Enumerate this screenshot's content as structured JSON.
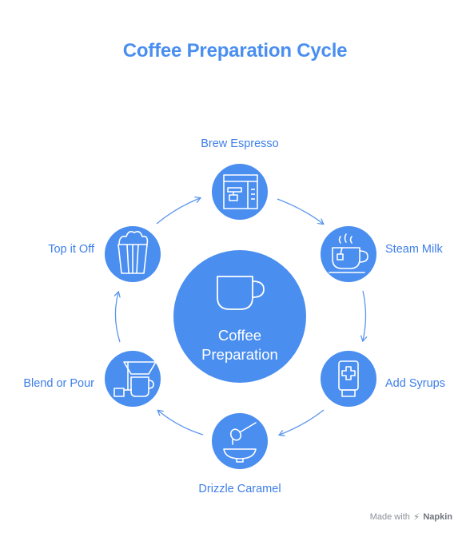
{
  "title": "Coffee Preparation Cycle",
  "center": {
    "line1": "Coffee",
    "line2": "Preparation"
  },
  "steps": [
    {
      "label": "Brew Espresso",
      "icon": "espresso-machine-icon"
    },
    {
      "label": "Steam Milk",
      "icon": "tea-cup-icon"
    },
    {
      "label": "Add Syrups",
      "icon": "syrup-tube-icon"
    },
    {
      "label": "Drizzle Caramel",
      "icon": "honey-dipper-icon"
    },
    {
      "label": "Blend or Pour",
      "icon": "pour-over-icon"
    },
    {
      "label": "Top it Off",
      "icon": "popcorn-bucket-icon"
    }
  ],
  "colors": {
    "accent": "#4a8ef0",
    "circle": "#4a8ef0",
    "arrow": "#5b95ee",
    "label": "#3d7ee8"
  },
  "footer": {
    "made_with": "Made with",
    "brand": "Napkin"
  }
}
